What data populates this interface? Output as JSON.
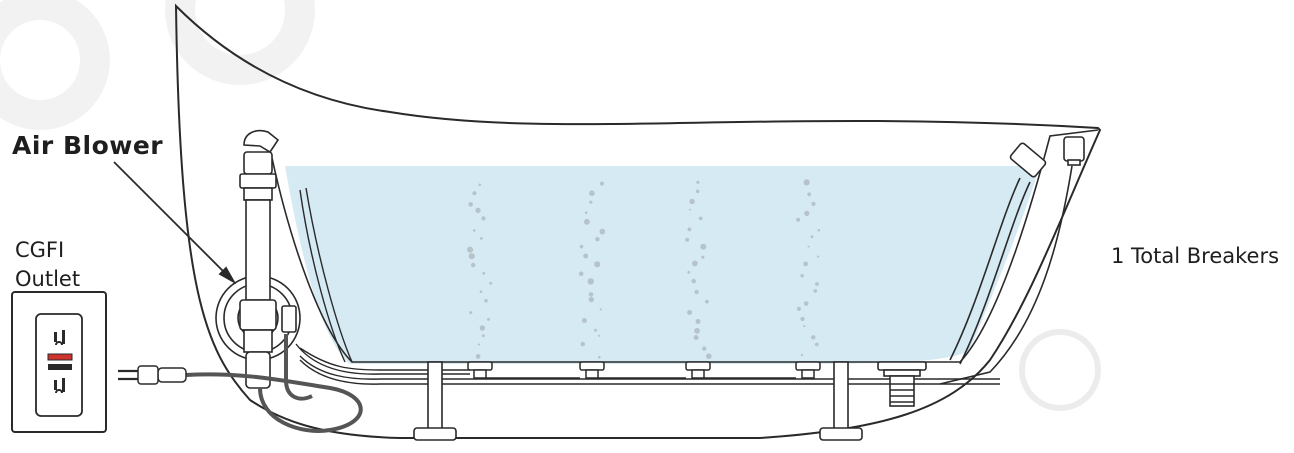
{
  "labels": {
    "air_blower": "Air Blower",
    "cgfi_outlet_line1": "CGFI",
    "cgfi_outlet_line2": "Outlet",
    "total_breakers": "1 Total Breakers"
  },
  "colors": {
    "line": "#2a2a2a",
    "water": "#d6eaf3",
    "bubbles": "#b7c3ca",
    "cord": "#555555",
    "outlet_red": "#d0322d"
  }
}
